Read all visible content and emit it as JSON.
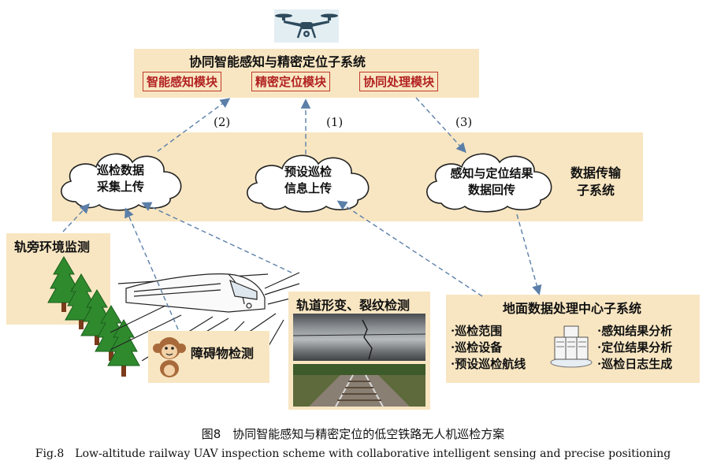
{
  "top_system": {
    "title": "协同智能感知与精密定位子系统",
    "modules": [
      "智能感知模块",
      "精密定位模块",
      "协同处理模块"
    ]
  },
  "transmission": {
    "title_line1": "数据传输",
    "title_line2": "子系统",
    "clouds": [
      {
        "line1": "巡检数据",
        "line2": "采集上传"
      },
      {
        "line1": "预设巡检",
        "line2": "信息上传"
      },
      {
        "line1": "感知与定位结果",
        "line2": "数据回传"
      }
    ]
  },
  "arrow_labels": [
    "(2)",
    "(1)",
    "(3)"
  ],
  "trackside": {
    "title": "轨旁环境监测"
  },
  "obstacle": {
    "title": "障碍物检测"
  },
  "track": {
    "title": "轨道形变、裂纹检测"
  },
  "ground": {
    "title": "地面数据处理中心子系统",
    "left_items": [
      "·巡检范围",
      "·巡检设备",
      "·预设巡检航线"
    ],
    "right_items": [
      "·感知结果分析",
      "·定位结果分析",
      "·巡检日志生成"
    ]
  },
  "caption": {
    "cn": "图8　协同智能感知与精密定位的低空铁路无人机巡检方案",
    "en": "Fig.8　Low-altitude railway UAV inspection scheme with collaborative intelligent sensing and precise positioning"
  },
  "colors": {
    "panel": "#f8e6c2",
    "module_border": "#c0392b",
    "arrow": "#5b7fa8"
  },
  "icons": [
    "drone-icon",
    "cloud-icon",
    "tree-icon",
    "train-icon",
    "monkey-icon",
    "server-icon"
  ]
}
